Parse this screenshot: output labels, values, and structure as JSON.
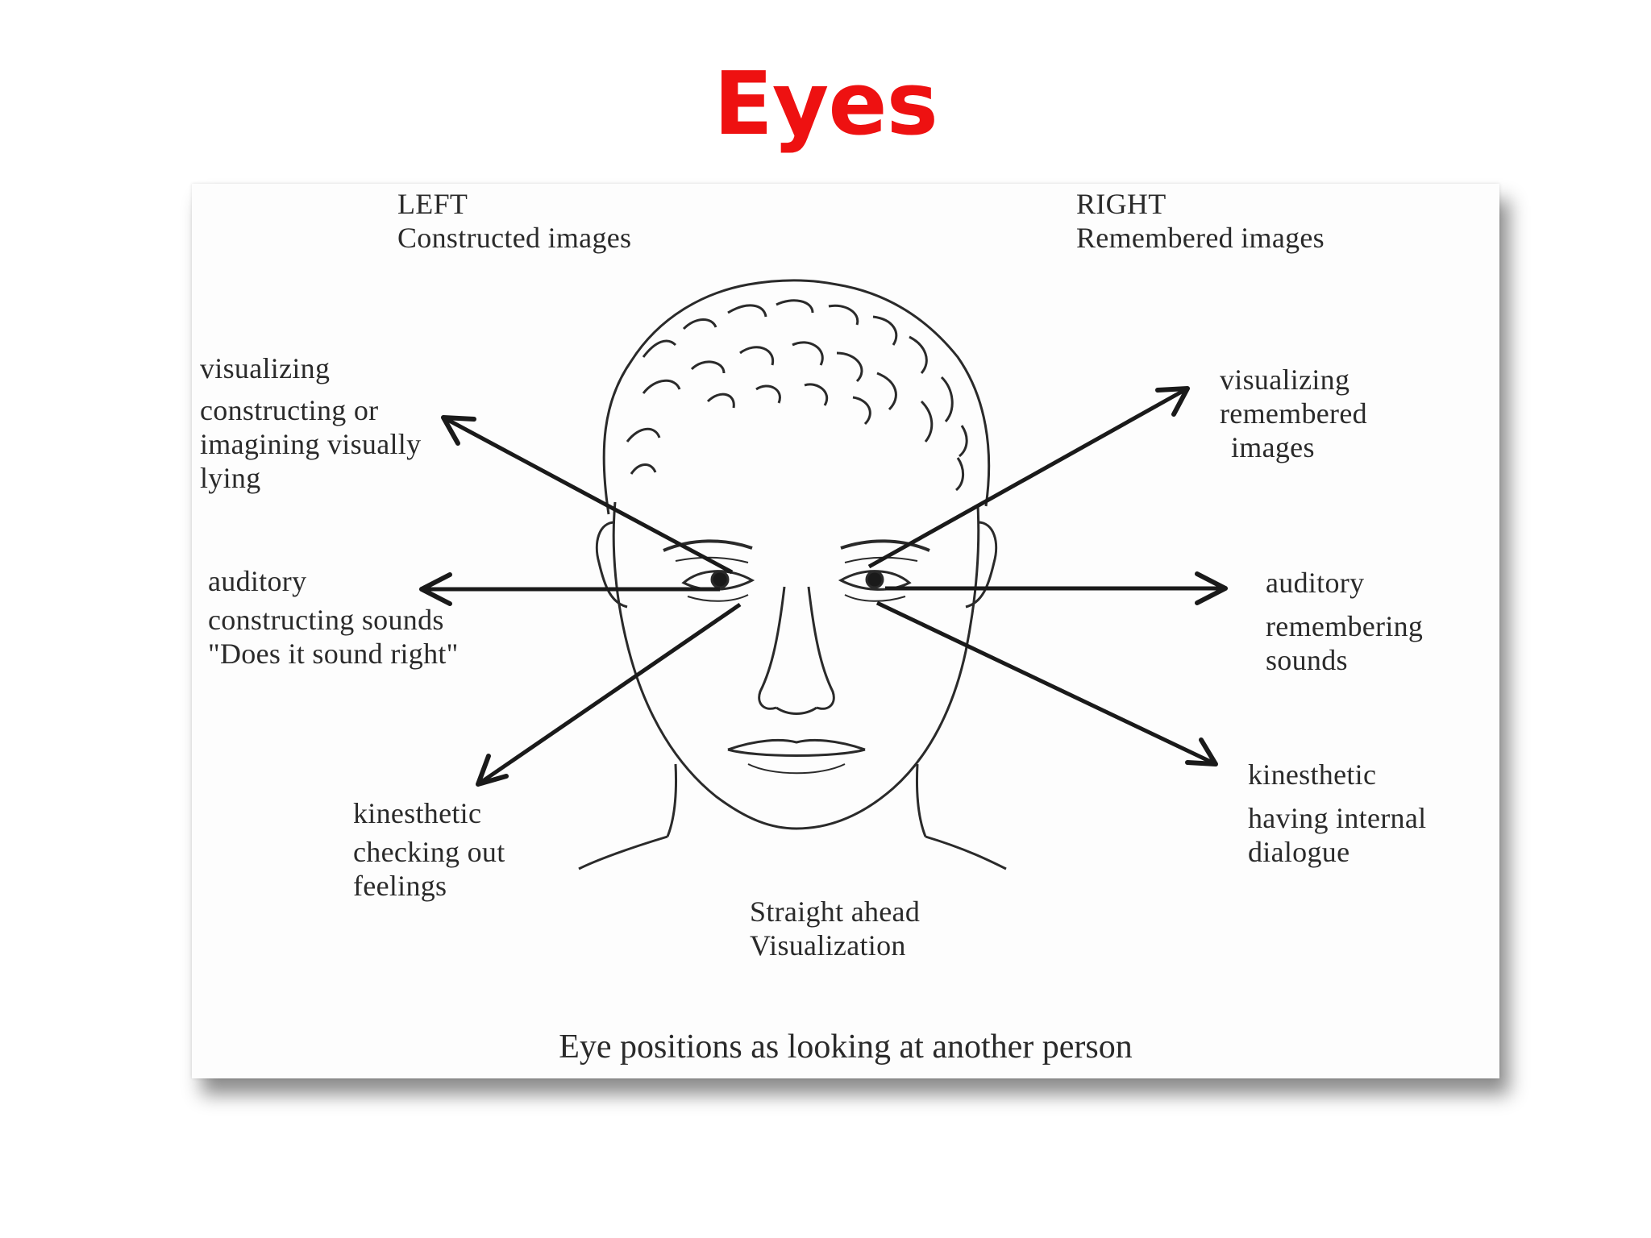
{
  "title": "Eyes",
  "diagram": {
    "header_left": {
      "line1": "LEFT",
      "line2": "Constructed images"
    },
    "header_right": {
      "line1": "RIGHT",
      "line2": "Remembered images"
    },
    "left_up": {
      "line1": "visualizing",
      "line2": "constructing or",
      "line3": "imagining visually",
      "line4": "lying"
    },
    "left_side": {
      "line1": "auditory",
      "line2": "constructing sounds",
      "line3": "\"Does it sound right\""
    },
    "left_down": {
      "line1": "kinesthetic",
      "line2": "checking out",
      "line3": "feelings"
    },
    "right_up": {
      "line1": "visualizing",
      "line2": "remembered",
      "line3": "images"
    },
    "right_side": {
      "line1": "auditory",
      "line2": "remembering",
      "line3": "sounds"
    },
    "right_down": {
      "line1": "kinesthetic",
      "line2": "having internal",
      "line3": "dialogue"
    },
    "center": {
      "line1": "Straight ahead",
      "line2": "Visualization"
    },
    "caption": "Eye positions as looking at another person"
  }
}
